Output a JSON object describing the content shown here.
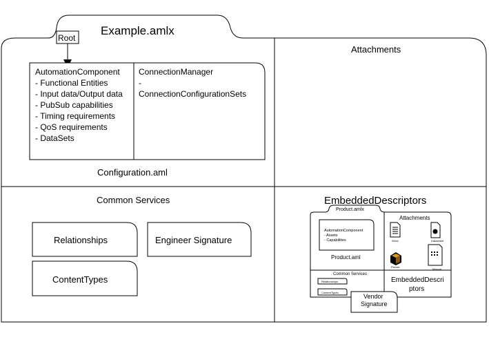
{
  "main_file": "Example.amlx",
  "root_label": "Root",
  "config": {
    "left_lines": [
      "AutomationComponent",
      "- Functional Entities",
      "  - Input data/Output data",
      "- PubSub capabilities",
      "  - Timing requirements",
      "  - QoS requirements",
      "- DataSets"
    ],
    "right_lines": [
      "ConnectionManager",
      "-",
      "ConnectionConfigurationSets"
    ],
    "caption": "Configuration.aml"
  },
  "attachments_title": "Attachments",
  "common_services": {
    "title": "Common Services",
    "items": [
      "Relationships",
      "Engineer Signature",
      "ContentTypes"
    ]
  },
  "embedded": {
    "title": "EmbeddedDescriptors",
    "product_file": "Product.amlx",
    "product_lines": [
      "AutomationComponent",
      "- Assets",
      "- Capabilities"
    ],
    "product_caption": "Product.aml",
    "attachments_title": "Attachments",
    "attachment_icons": [
      {
        "label": "Word",
        "icon": "document-icon"
      },
      {
        "label": "Datasheet",
        "icon": "datasheet-icon"
      },
      {
        "label": "Picture",
        "icon": "picture-icon"
      },
      {
        "label": "Manual",
        "icon": "manual-icon"
      }
    ],
    "common_services_title": "Common Services",
    "common_items": [
      "Relationships",
      "ContentTypes"
    ],
    "embedded_label_lines": [
      "EmbeddedDescri",
      "ptors"
    ],
    "vendor_signature_lines": [
      "Vendor",
      "Signature"
    ]
  }
}
